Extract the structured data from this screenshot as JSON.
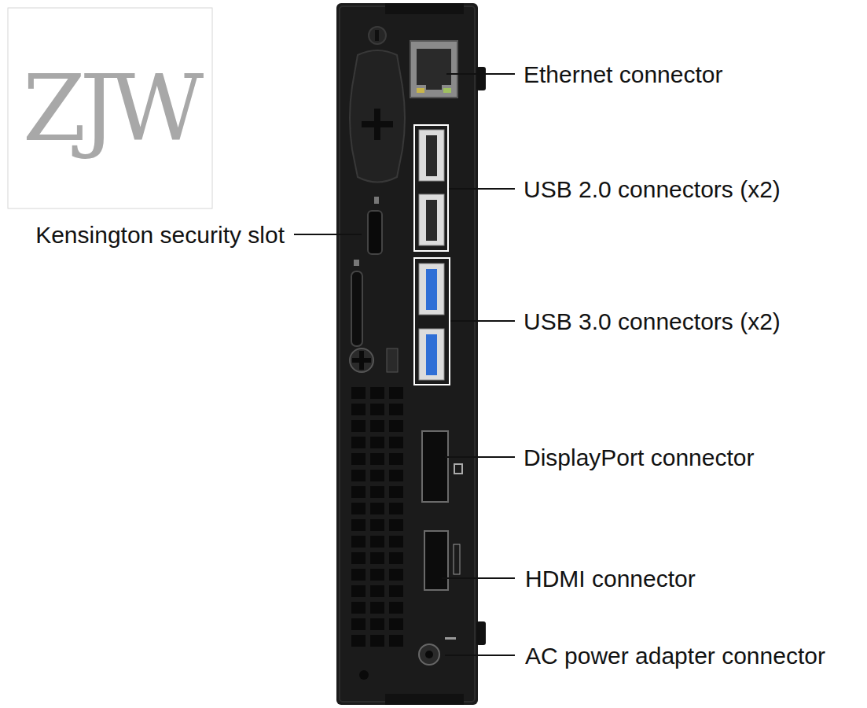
{
  "diagram": {
    "labels": [
      "Ethernet connector",
      "USB 2.0 connectors (x2)",
      "Kensington security slot",
      "USB 3.0 connectors (x2)",
      "DisplayPort connector",
      "HDMI connector",
      "AC power adapter connector",
      "ZJW"
    ]
  }
}
